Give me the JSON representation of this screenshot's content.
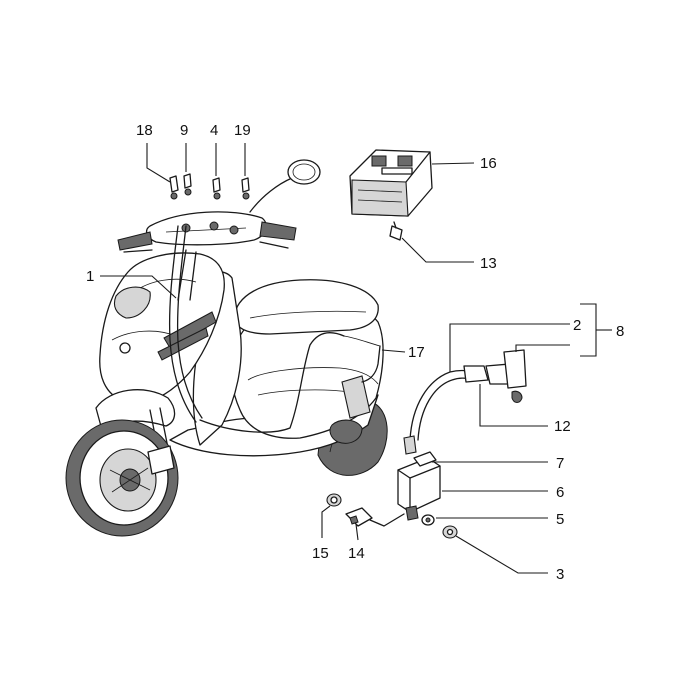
{
  "callouts": {
    "c1": "1",
    "c2": "2",
    "c3": "3",
    "c4": "4",
    "c5": "5",
    "c6": "6",
    "c7": "7",
    "c8": "8",
    "c9": "9",
    "c12": "12",
    "c13": "13",
    "c14": "14",
    "c15": "15",
    "c16": "16",
    "c17": "17",
    "c18": "18",
    "c19": "19"
  }
}
